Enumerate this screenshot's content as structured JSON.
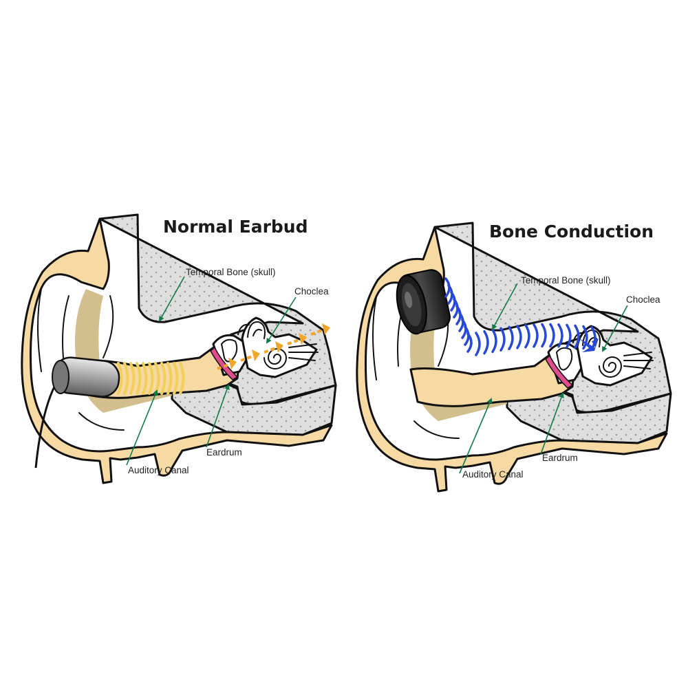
{
  "panels": [
    {
      "title": "Normal Earbud",
      "labels": {
        "temporal_bone": "Temporal Bone (skull)",
        "cochlea": "Choclea",
        "eardrum": "Eardrum",
        "auditory_canal": "Auditory Canal"
      }
    },
    {
      "title": "Bone Conduction",
      "labels": {
        "temporal_bone": "Temporal Bone (skull)",
        "cochlea": "Choclea",
        "eardrum": "Eardrum",
        "auditory_canal": "Auditory Canal"
      }
    }
  ],
  "colors": {
    "skin": "#f7d9a4",
    "skin_shadow": "#d3bf8e",
    "bone": "#dedede",
    "bone_dots": "#9c9c9c",
    "pointer": "#0f7a48",
    "air_wave": "#f1cf5a",
    "air_arrow": "#f1a52a",
    "bone_wave": "#2748d8",
    "eardrum": "#e04d8c",
    "earbud_metal": "#a5a5a5",
    "bone_device": "#2b2b2b"
  }
}
